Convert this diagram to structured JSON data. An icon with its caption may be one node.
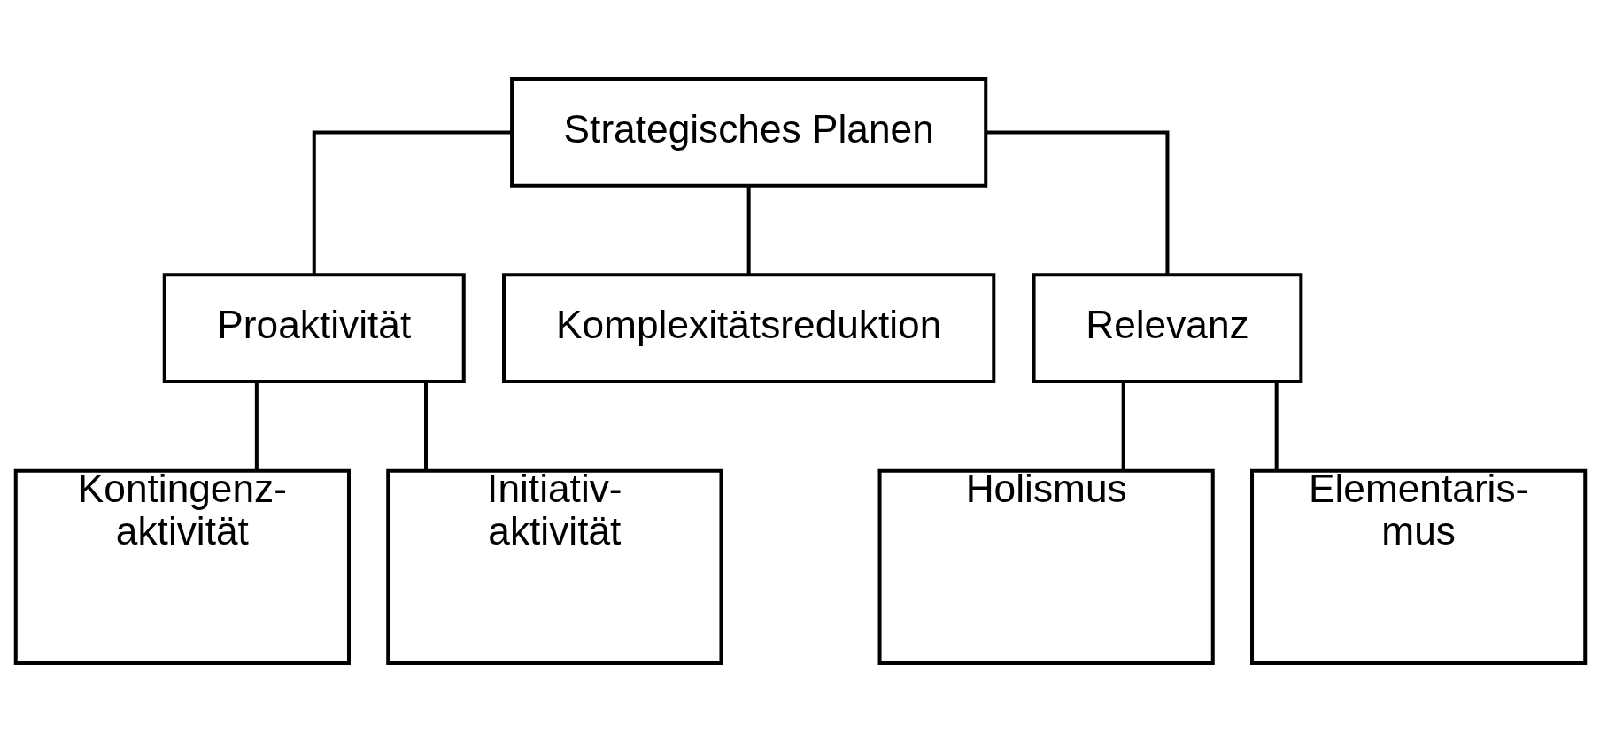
{
  "diagram": {
    "nodes": [
      {
        "text": [
          "Strategisches Planen"
        ]
      },
      {
        "text": [
          "Proaktivität"
        ]
      },
      {
        "text": [
          "Komplexitätsreduktion"
        ]
      },
      {
        "text": [
          "Relevanz"
        ]
      },
      {
        "text": [
          "Kontingenz- aktivität"
        ]
      },
      {
        "text": [
          "Initiativ- aktivität"
        ]
      },
      {
        "text": [
          "Holismus"
        ]
      },
      {
        "text": [
          "Elementaris- mus"
        ]
      }
    ],
    "edges": [
      {
        "from": 0,
        "to": 1,
        "arrow": "none"
      },
      {
        "from": 0,
        "to": 2,
        "arrow": "none"
      },
      {
        "from": 0,
        "to": 3,
        "arrow": "none"
      },
      {
        "from": 1,
        "to": 4,
        "arrow": "none"
      },
      {
        "from": 1,
        "to": 5,
        "arrow": "none"
      },
      {
        "from": 3,
        "to": 6,
        "arrow": "none"
      },
      {
        "from": 3,
        "to": 7,
        "arrow": "none"
      }
    ]
  }
}
